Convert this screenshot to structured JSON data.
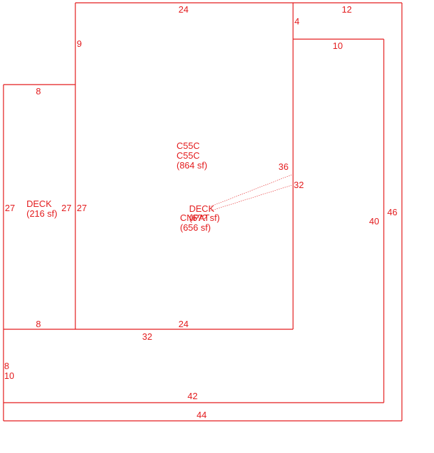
{
  "colors": {
    "line": "#e31a1c",
    "text": "#e31a1c",
    "background": "#ffffff"
  },
  "dimensions": {
    "top_main": "24",
    "left_main_upper": "9",
    "top_right_step": "4",
    "top_outer_right": "12",
    "inner_right_top": "10",
    "deck_top": "8",
    "deck_left": "27",
    "deck_right": "27",
    "main_left": "27",
    "deck_bottom": "8",
    "main_bottom": "24",
    "main_right_36": "36",
    "main_right_32": "32",
    "inner_right": "40",
    "outer_right": "46",
    "bottom_32": "32",
    "left_8": "8",
    "left_10": "10",
    "bottom_42": "42",
    "bottom_44": "44"
  },
  "areas": {
    "main_code_1": "C55C",
    "main_code_2": "C55C",
    "main_area": "(864 sf)",
    "deck_label": "DECK",
    "deck_area": "(216 sf)",
    "center_label_1": "DECK",
    "center_label_2": "CNPAT",
    "center_area_1": "(6?? sf)",
    "center_area_2": "(656 sf)"
  }
}
